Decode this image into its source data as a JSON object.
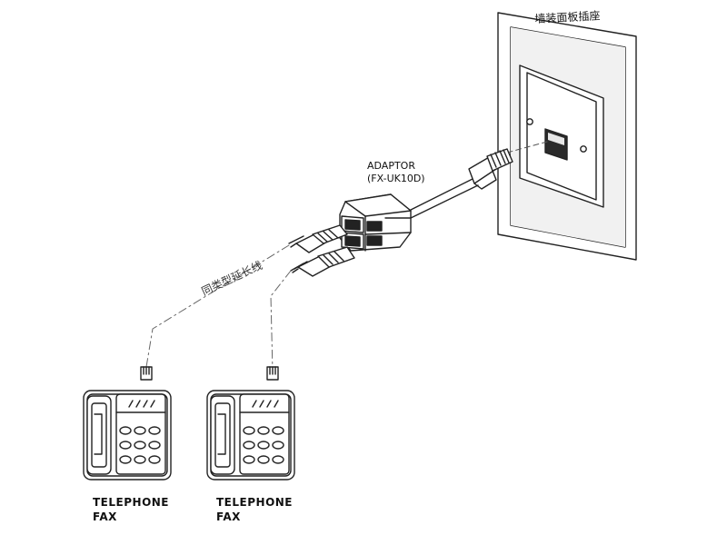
{
  "labels": {
    "wall_socket": "墙装面板插座",
    "adaptor_line1": "ADAPTOR",
    "adaptor_line2": "(FX-UK10D)",
    "extension_cable": "同类型延长线"
  },
  "devices": [
    {
      "line1": "TELEPHONE",
      "line2": "FAX"
    },
    {
      "line1": "TELEPHONE",
      "line2": "FAX"
    }
  ]
}
